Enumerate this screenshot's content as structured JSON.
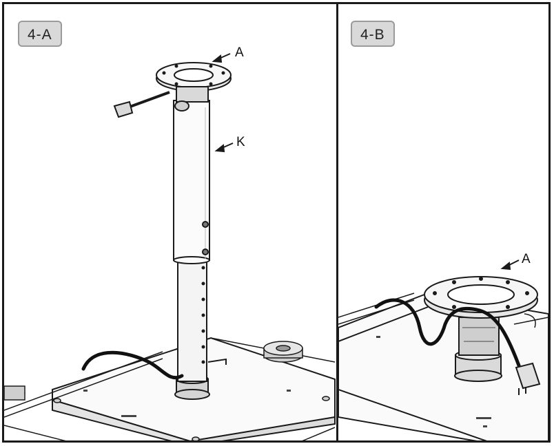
{
  "panels": {
    "a": {
      "badge": "4-A",
      "callouts": {
        "top_plate": "A",
        "pole": "K"
      }
    },
    "b": {
      "badge": "4-B",
      "callouts": {
        "top_plate": "A"
      }
    }
  },
  "colors": {
    "line": "#1a1a1a",
    "badge_fill": "#d9d9d9",
    "badge_border": "#9a9a9a",
    "shade": "#cfcfcf"
  }
}
